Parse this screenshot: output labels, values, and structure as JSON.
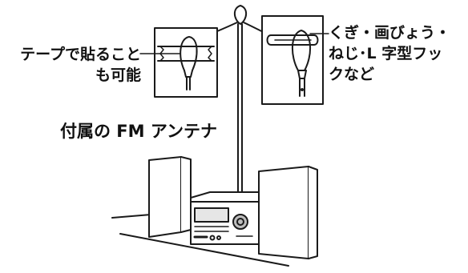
{
  "labels": {
    "tape_line1": "テープで貼ること",
    "tape_line2": "も可能",
    "hook_line1": "くぎ・画びょう・",
    "hook_line2": "ねじ･L 字型フッ",
    "hook_line3": "クなど",
    "antenna": "付属の FM アンテナ"
  },
  "colors": {
    "line": "#1a1a1a",
    "fill": "#ffffff",
    "panel_shade": "#e6e6e6",
    "knob_shade": "#bdbdbd"
  }
}
